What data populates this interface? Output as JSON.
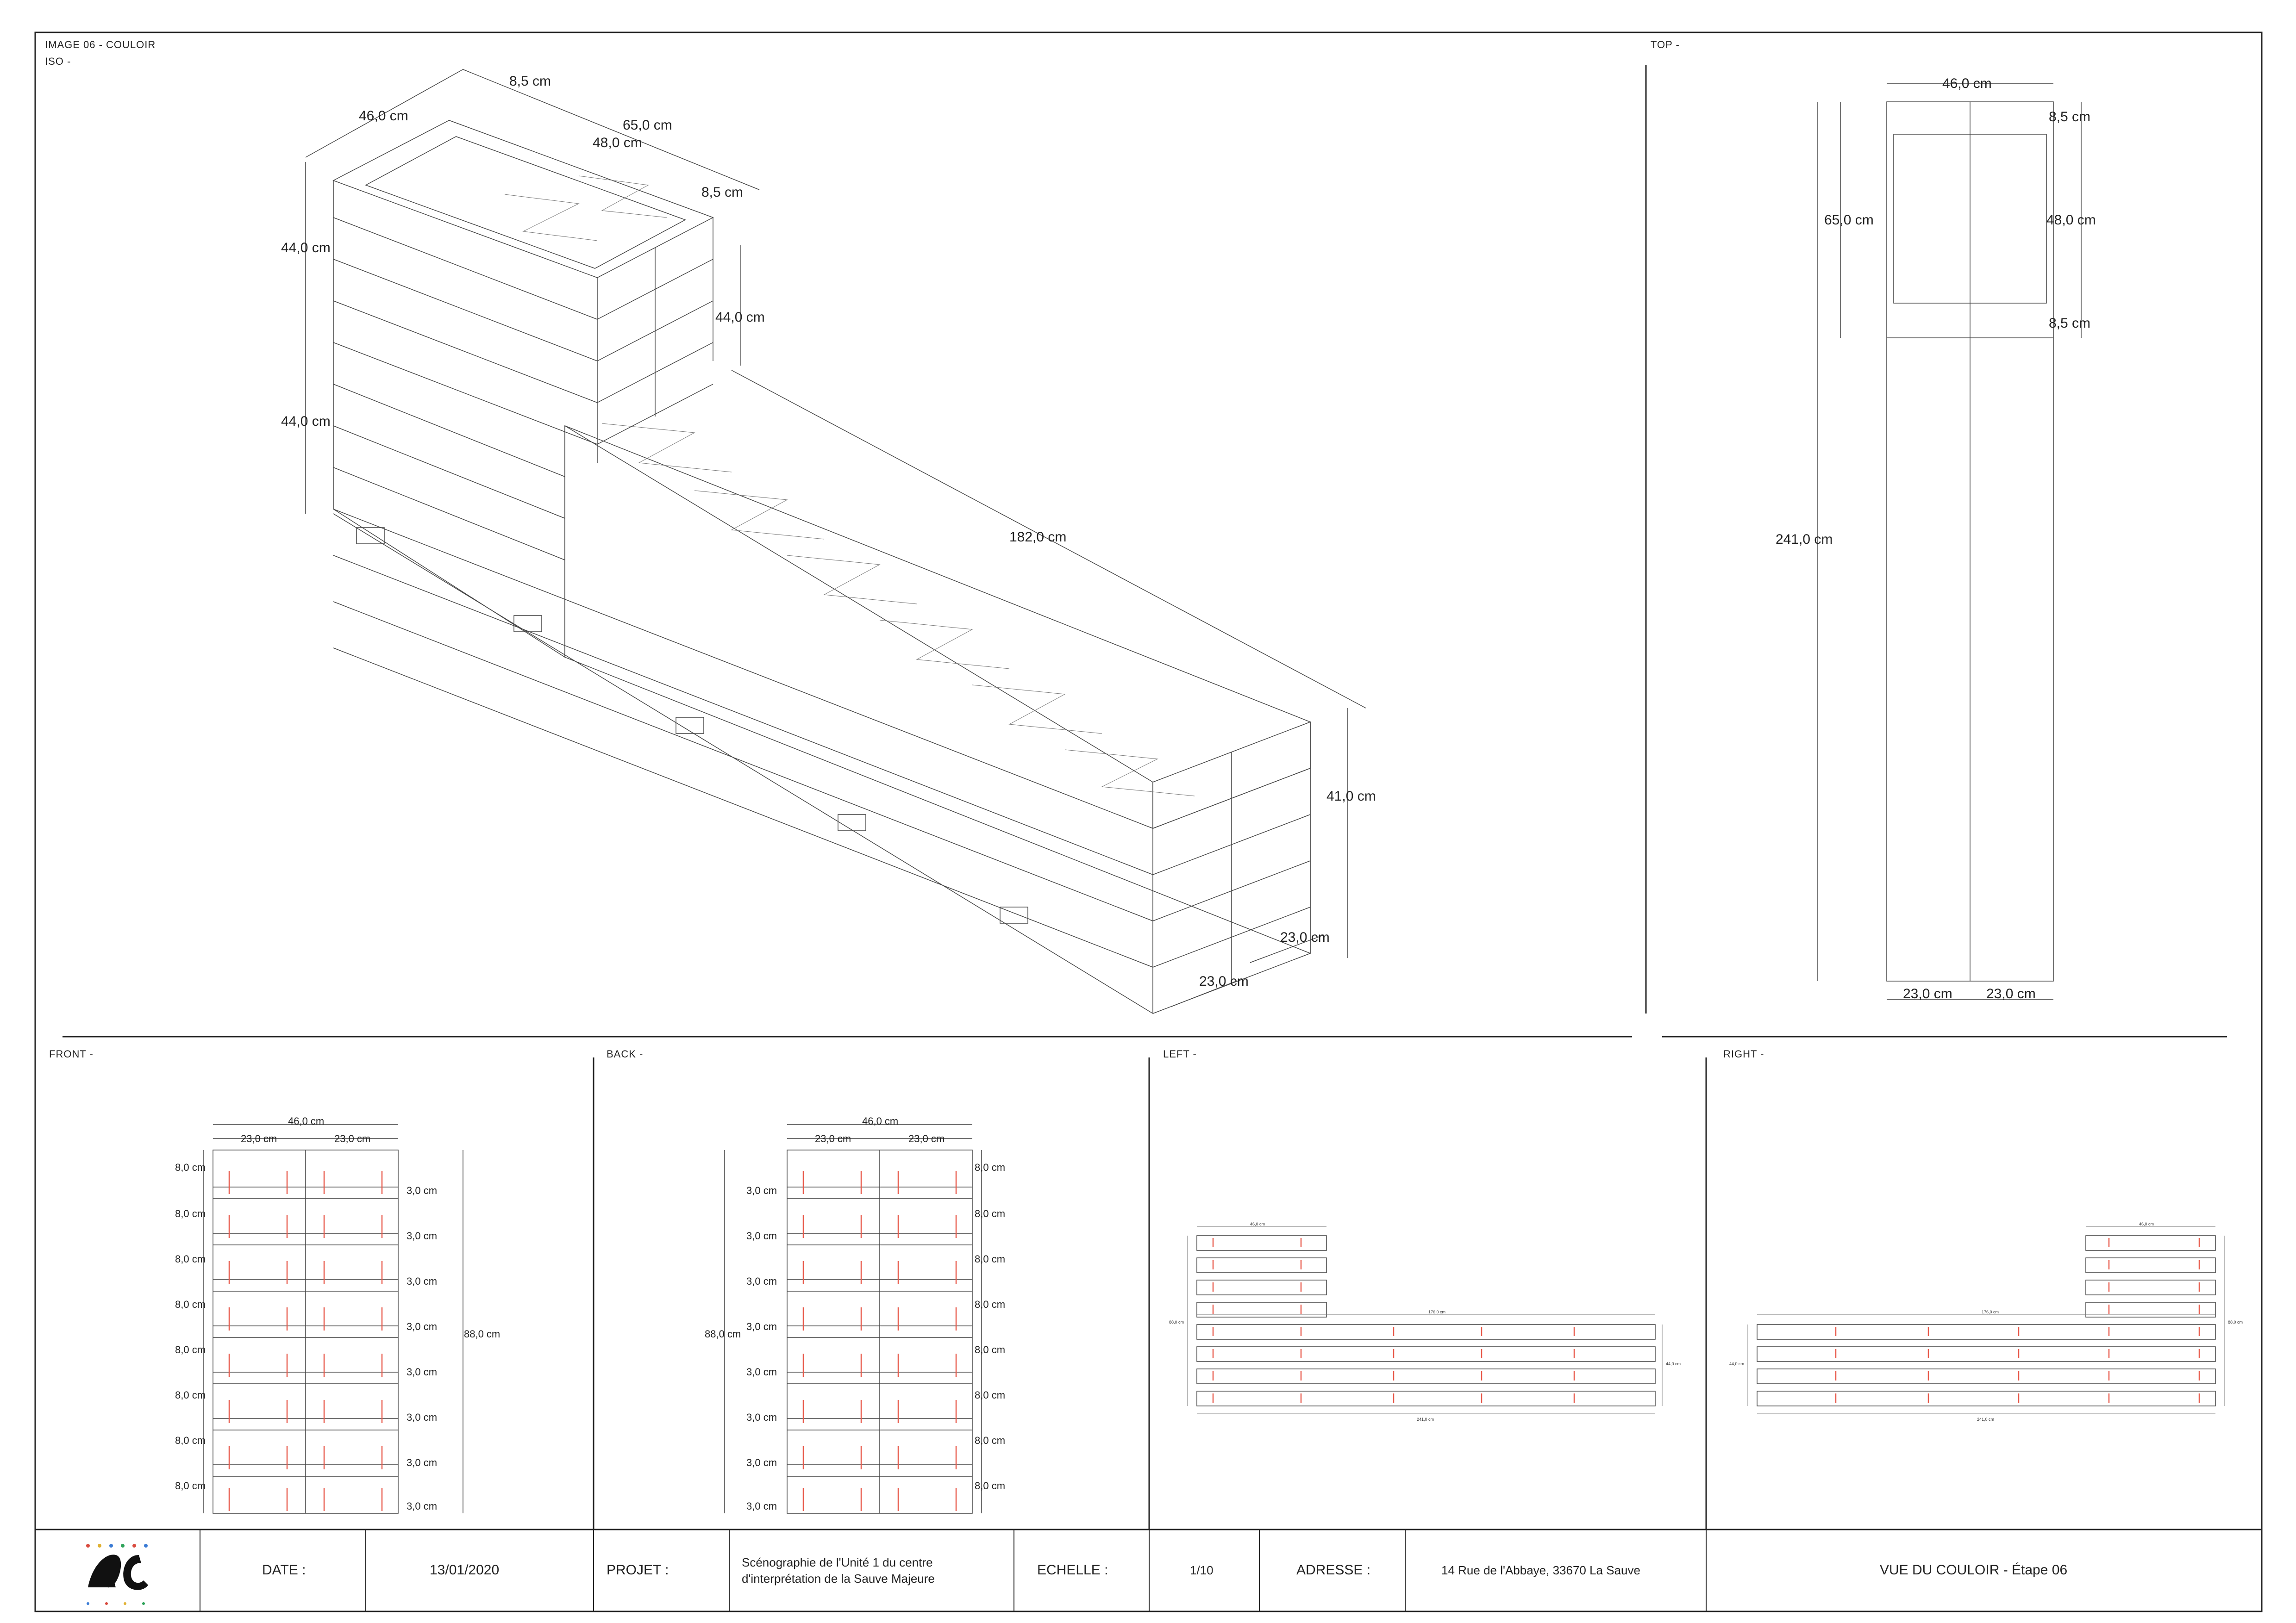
{
  "views": {
    "image_title": "IMAGE 06 - COULOIR",
    "iso": "ISO -",
    "top": "TOP -",
    "front": "FRONT -",
    "back": "BACK -",
    "left": "LEFT -",
    "right": "RIGHT -"
  },
  "iso_dims": {
    "w46": "46,0 cm",
    "e85a": "8,5 cm",
    "l65": "65,0 cm",
    "i48": "48,0 cm",
    "e85b": "8,5 cm",
    "h44a": "44,0 cm",
    "h44b": "44,0 cm",
    "h44c": "44,0 cm",
    "l182": "182,0 cm",
    "h41": "41,0 cm",
    "w23a": "23,0 cm",
    "w23b": "23,0 cm"
  },
  "top_dims": {
    "w46": "46,0 cm",
    "e85a": "8,5 cm",
    "l65": "65,0 cm",
    "i48": "48,0 cm",
    "e85b": "8,5 cm",
    "l241": "241,0 cm",
    "w23a": "23,0 cm",
    "w23b": "23,0 cm"
  },
  "front_dims": {
    "w46": "46,0 cm",
    "w23a": "23,0 cm",
    "w23b": "23,0 cm",
    "row": "8,0 cm",
    "gap": "3,0 cm",
    "h88": "88,0 cm"
  },
  "back_dims": {
    "w46": "46,0 cm",
    "w23a": "23,0 cm",
    "w23b": "23,0 cm",
    "row": "8,0 cm",
    "gap": "3,0 cm",
    "h88": "88,0 cm"
  },
  "side_dims": {
    "d1": "46,0 cm",
    "d2": "176,0 cm",
    "d3": "88,0 cm",
    "d4": "44,0 cm",
    "d5": "241,0 cm"
  },
  "title_block": {
    "date_label": "DATE :",
    "date_value": "13/01/2020",
    "project_label": "PROJET :",
    "project_line1": "Scénographie de l'Unité 1 du centre",
    "project_line2": "d'interprétation de la Sauve Majeure",
    "scale_label": "ECHELLE :",
    "scale_value": "1/10",
    "address_label": "ADRESSE :",
    "address_value": "14 Rue de l'Abbaye, 33670 La Sauve",
    "sheet_title": "VUE DU COULOIR - Étape 06"
  },
  "colors": {
    "line": "#222222",
    "screw": "#e8594a"
  }
}
